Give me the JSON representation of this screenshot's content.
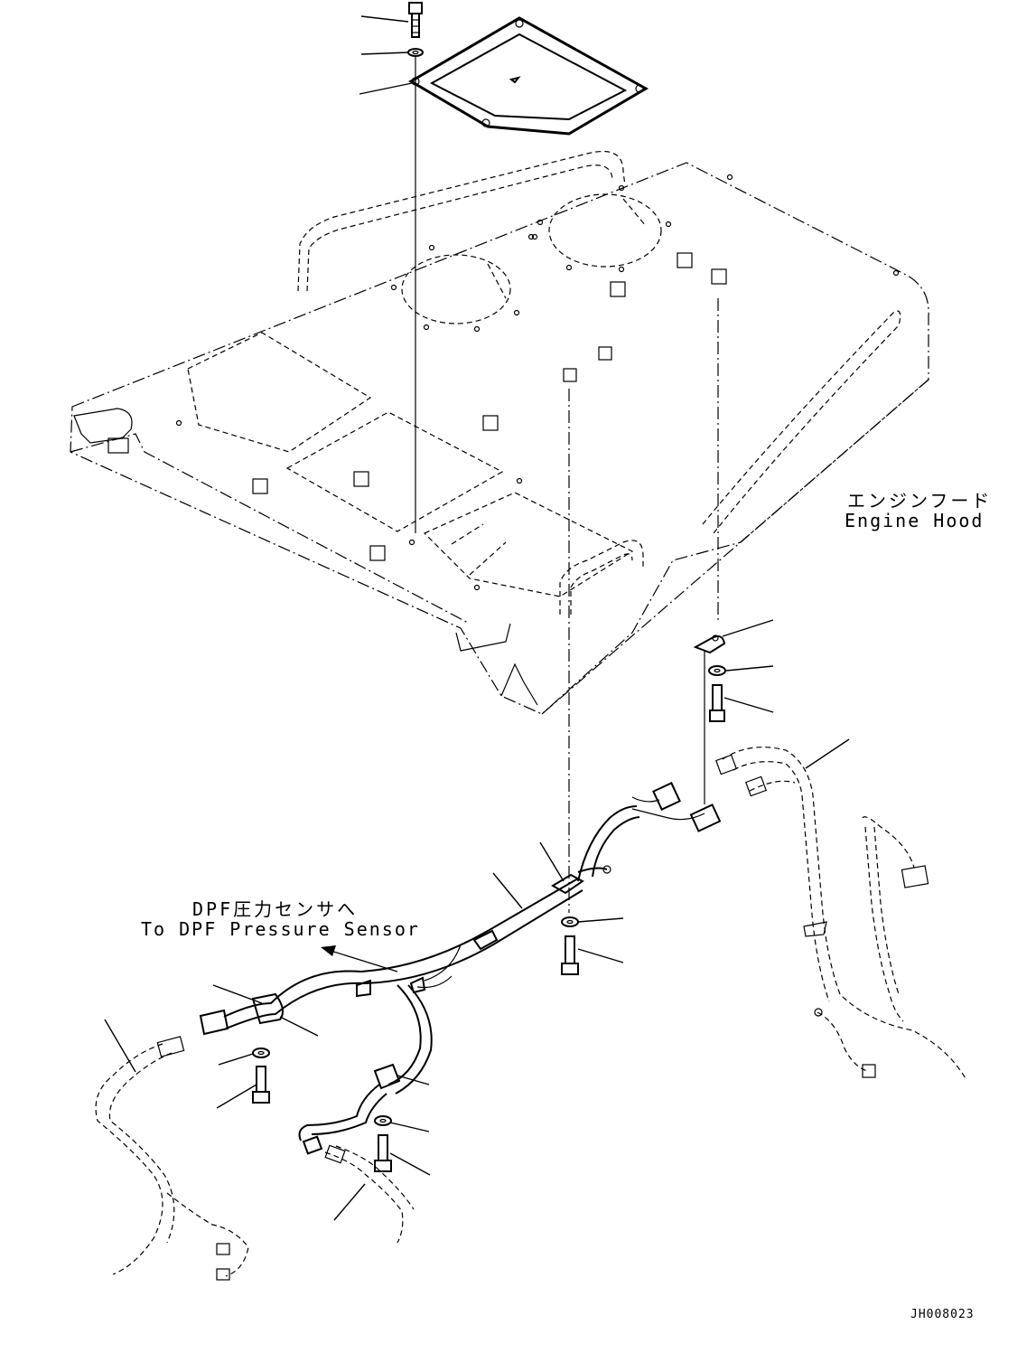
{
  "labels": {
    "engine_hood_jp": "エンジンフード",
    "engine_hood_en": "Engine Hood",
    "dpf_jp": "DPF圧力センサへ",
    "dpf_en": "To DPF Pressure Sensor",
    "drawing_code": "JH008023"
  }
}
